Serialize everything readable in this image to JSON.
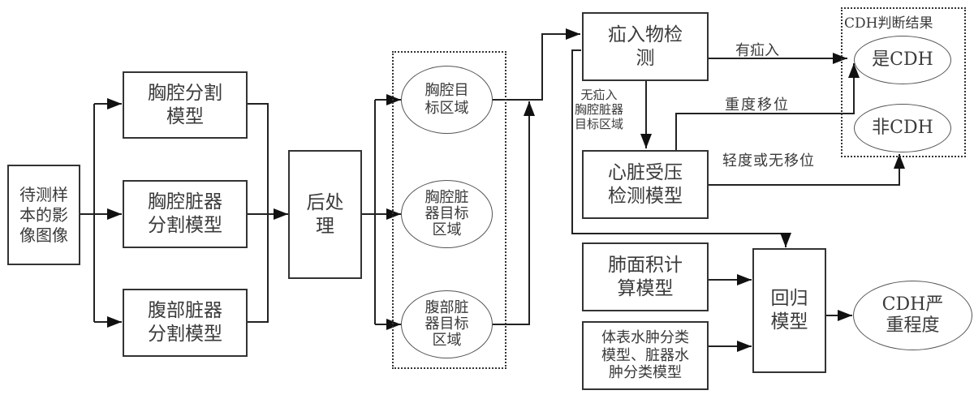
{
  "nodes": {
    "input_image": "待测样\n本的影\n像图像",
    "thorax_seg": "胸腔分割\n模型",
    "thorax_organ_seg": "胸腔脏器\n分割模型",
    "abdomen_organ_seg": "腹部脏器\n分割模型",
    "post_process": "后处\n理",
    "thorax_region": "胸腔目\n标区域",
    "thorax_organ_region": "胸腔脏\n器目标\n区域",
    "abdomen_organ_region": "腹部脏\n器目标\n区域",
    "hernia_detection": "疝入物检\n测",
    "heart_compression": "心脏受压\n检测模型",
    "lung_area": "肺面积计\n算模型",
    "edema_classification": "体表水肿分类\n模型、脏器水\n肿分类模型",
    "regression": "回归\n模型",
    "is_cdh": "是CDH",
    "not_cdh": "非CDH",
    "severity": "CDH严\n重程度"
  },
  "groups": {
    "cdh_result_title": "CDH判断结果"
  },
  "edge_labels": {
    "has_hernia": "有疝入",
    "no_hernia": "无疝入\n胸腔脏器\n目标区域",
    "severe_shift": "重度移位",
    "mild_or_none_shift": "轻度或无移位"
  }
}
